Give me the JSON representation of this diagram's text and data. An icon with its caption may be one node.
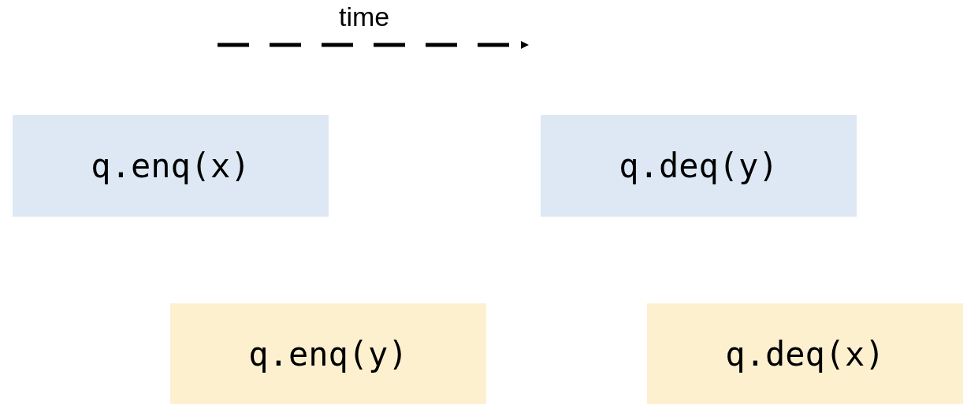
{
  "diagram": {
    "nodes": [
      {
        "text": [
          "q.enq(x)"
        ]
      },
      {
        "text": [
          "q.deq(y)"
        ]
      },
      {
        "text": [
          "q.enq(y)"
        ]
      },
      {
        "text": [
          "q.deq(x)"
        ]
      }
    ],
    "labels": [
      "time"
    ]
  }
}
